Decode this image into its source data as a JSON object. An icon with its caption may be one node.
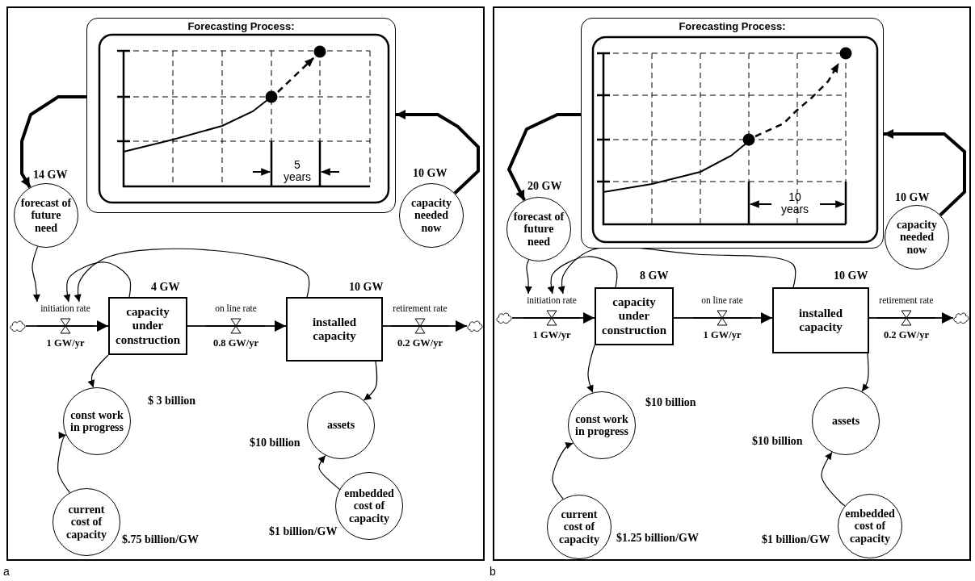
{
  "diagram": {
    "nodes": [
      {
        "text": [],
        "shape": "box",
        "beside": [
          "a"
        ]
      },
      {
        "text": [
          "Forecasting Process:"
        ],
        "in": 0
      },
      {
        "text": [
          "forecast of future need"
        ],
        "in": 0,
        "beside": [
          "14 GW"
        ]
      },
      {
        "text": [
          "capacity needed now"
        ],
        "in": 0,
        "beside": [
          "10 GW"
        ]
      },
      {
        "text": [],
        "shape": "cloud",
        "in": 0
      },
      {
        "text": [
          "initiation rate"
        ],
        "in": 0,
        "beside": [
          "1 GW/yr"
        ]
      },
      {
        "text": [
          "capacity under construction"
        ],
        "in": 0,
        "beside": [
          "4 GW"
        ]
      },
      {
        "text": [
          "on line rate"
        ],
        "in": 0,
        "beside": [
          "0.8 GW/yr"
        ]
      },
      {
        "text": [
          "installed capacity"
        ],
        "in": 0,
        "beside": [
          "10 GW"
        ]
      },
      {
        "text": [
          "retirement rate"
        ],
        "in": 0,
        "beside": [
          "0.2 GW/yr"
        ]
      },
      {
        "text": [],
        "shape": "cloud",
        "in": 0
      },
      {
        "text": [
          "const work in progress"
        ],
        "in": 0,
        "beside": [
          "$ 3 billion"
        ]
      },
      {
        "text": [
          "assets"
        ],
        "in": 0,
        "beside": [
          "$10 billion"
        ]
      },
      {
        "text": [
          "current cost of capacity"
        ],
        "in": 0,
        "beside": [
          "$.75 billion/GW"
        ]
      },
      {
        "text": [
          "embedded cost of capacity"
        ],
        "in": 0,
        "beside": [
          "$1 billion/GW"
        ]
      },
      {
        "text": [],
        "shape": "box",
        "beside": [
          "b"
        ]
      },
      {
        "text": [
          "Forecasting Process:"
        ],
        "in": 15
      },
      {
        "text": [
          "forecast of future need"
        ],
        "in": 15,
        "beside": [
          "20 GW"
        ]
      },
      {
        "text": [
          "capacity needed now"
        ],
        "in": 15,
        "beside": [
          "10 GW"
        ]
      },
      {
        "text": [],
        "shape": "cloud",
        "in": 15
      },
      {
        "text": [
          "initiation rate"
        ],
        "in": 15,
        "beside": [
          "1 GW/yr"
        ]
      },
      {
        "text": [
          "capacity under construction"
        ],
        "in": 15,
        "beside": [
          "8 GW"
        ]
      },
      {
        "text": [
          "on line rate"
        ],
        "in": 15,
        "beside": [
          "1 GW/yr"
        ]
      },
      {
        "text": [
          "installed capacity"
        ],
        "in": 15,
        "beside": [
          "10 GW"
        ]
      },
      {
        "text": [
          "retirement rate"
        ],
        "in": 15,
        "beside": [
          "0.2 GW/yr"
        ]
      },
      {
        "text": [],
        "shape": "cloud",
        "in": 15
      },
      {
        "text": [
          "const work in progress"
        ],
        "in": 15,
        "beside": [
          "$10 billion"
        ]
      },
      {
        "text": [
          "assets"
        ],
        "in": 15,
        "beside": [
          "$10 billion"
        ]
      },
      {
        "text": [
          "current cost of capacity"
        ],
        "in": 15,
        "beside": [
          "$1.25 billion/GW"
        ]
      },
      {
        "text": [
          "embedded cost of capacity"
        ],
        "in": 15,
        "beside": [
          "$1 billion/GW"
        ]
      }
    ],
    "edges": [
      {
        "from": 1,
        "to": 2,
        "arrow": "to",
        "style": "thick"
      },
      {
        "from": 3,
        "to": 1,
        "arrow": "to",
        "style": "thick"
      },
      {
        "from": 2,
        "to": 5,
        "arrow": "to"
      },
      {
        "from": 6,
        "to": 5,
        "arrow": "to"
      },
      {
        "from": 8,
        "to": 5,
        "arrow": "to"
      },
      {
        "from": 4,
        "to": 5,
        "arrow": "none"
      },
      {
        "from": 5,
        "to": 6,
        "arrow": "to"
      },
      {
        "from": 6,
        "to": 7,
        "arrow": "none"
      },
      {
        "from": 7,
        "to": 8,
        "arrow": "to"
      },
      {
        "from": 8,
        "to": 9,
        "arrow": "none"
      },
      {
        "from": 9,
        "to": 10,
        "arrow": "to"
      },
      {
        "from": 6,
        "to": 11,
        "arrow": "to"
      },
      {
        "from": 8,
        "to": 12,
        "arrow": "to"
      },
      {
        "from": 13,
        "to": 11,
        "arrow": "to"
      },
      {
        "from": 14,
        "to": 12,
        "arrow": "to"
      },
      {
        "from": 16,
        "to": 17,
        "arrow": "to",
        "style": "thick"
      },
      {
        "from": 18,
        "to": 16,
        "arrow": "to",
        "style": "thick"
      },
      {
        "from": 17,
        "to": 20,
        "arrow": "to"
      },
      {
        "from": 21,
        "to": 20,
        "arrow": "to"
      },
      {
        "from": 23,
        "to": 20,
        "arrow": "to"
      },
      {
        "from": 19,
        "to": 20,
        "arrow": "none"
      },
      {
        "from": 20,
        "to": 21,
        "arrow": "to"
      },
      {
        "from": 21,
        "to": 22,
        "arrow": "none"
      },
      {
        "from": 22,
        "to": 23,
        "arrow": "to"
      },
      {
        "from": 23,
        "to": 24,
        "arrow": "none"
      },
      {
        "from": 24,
        "to": 25,
        "arrow": "to"
      },
      {
        "from": 21,
        "to": 26,
        "arrow": "to"
      },
      {
        "from": 23,
        "to": 27,
        "arrow": "to"
      },
      {
        "from": 28,
        "to": 26,
        "arrow": "to"
      },
      {
        "from": 29,
        "to": 27,
        "arrow": "to"
      }
    ],
    "labels": [
      "5 years",
      "10 years"
    ]
  }
}
